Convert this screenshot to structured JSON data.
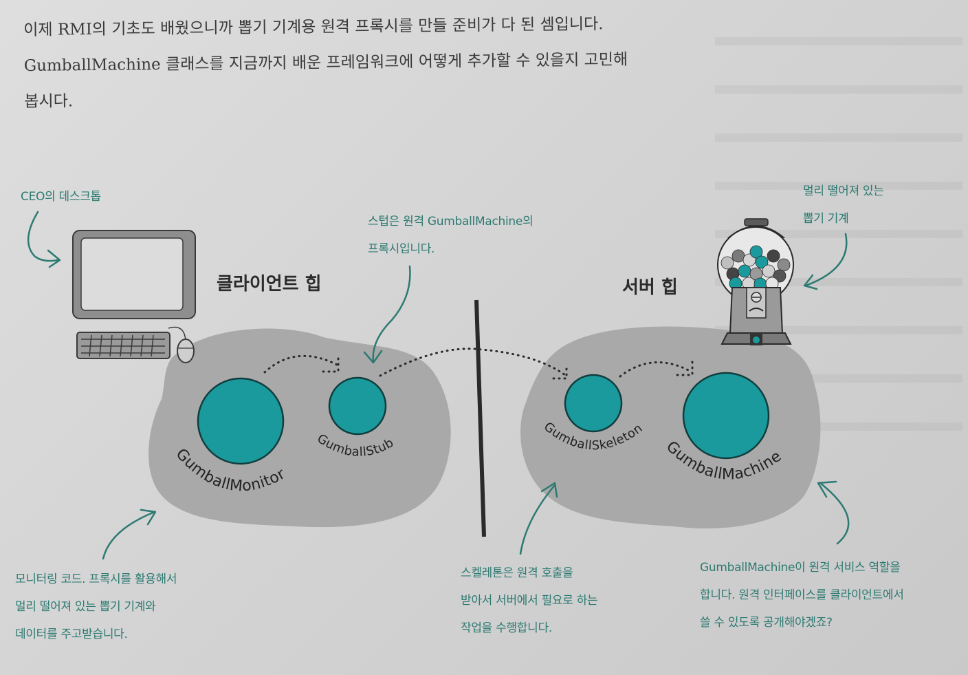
{
  "body_paragraph": {
    "lines": [
      "이제 RMI의 기초도 배웠으니까 뽑기 기계용 원격 프록시를 만들 준비가 다 된 셈입니다.",
      "GumballMachine 클래스를 지금까지 배운 프레임워크에 어떻게 추가할 수 있을지 고민해",
      "봅시다."
    ]
  },
  "diagram": {
    "client_heap": {
      "title": "클라이언트 힙",
      "objects": [
        {
          "name": "GumballMonitor",
          "size": "large"
        },
        {
          "name": "GumballStub",
          "size": "small"
        }
      ]
    },
    "server_heap": {
      "title": "서버 힙",
      "objects": [
        {
          "name": "GumballSkeleton",
          "size": "small"
        },
        {
          "name": "GumballMachine",
          "size": "large"
        }
      ]
    },
    "icons": {
      "desktop": "desktop-computer-icon",
      "gumball_machine": "gumball-machine-icon"
    },
    "colors": {
      "object_fill": "#1a9a9c",
      "heap_fill": "#a9a9a9",
      "annotation": "#2c7a72",
      "divider": "#2a2a2a",
      "paper": "#d8d8d8"
    }
  },
  "annotations": {
    "ceo_desktop": {
      "lines": [
        "CEO의 데스크톱"
      ]
    },
    "stub_note": {
      "lines": [
        "스텁은 원격 GumballMachine의",
        "프록시입니다."
      ]
    },
    "remote_machine": {
      "lines": [
        "멀리 떨어져 있는",
        "뽑기 기계"
      ]
    },
    "monitor_note": {
      "lines": [
        "모니터링 코드. 프록시를 활용해서",
        "멀리 떨어져 있는 뽑기 기계와",
        "데이터를 주고받습니다."
      ]
    },
    "skeleton_note": {
      "lines": [
        "스켈레톤은 원격 호출을",
        "받아서 서버에서 필요로 하는",
        "작업을 수행합니다."
      ]
    },
    "machine_note": {
      "lines": [
        "GumballMachine이 원격 서비스 역할을",
        "합니다. 원격 인터페이스를 클라이언트에서",
        "쓸 수 있도록 공개해야겠죠?"
      ]
    }
  }
}
